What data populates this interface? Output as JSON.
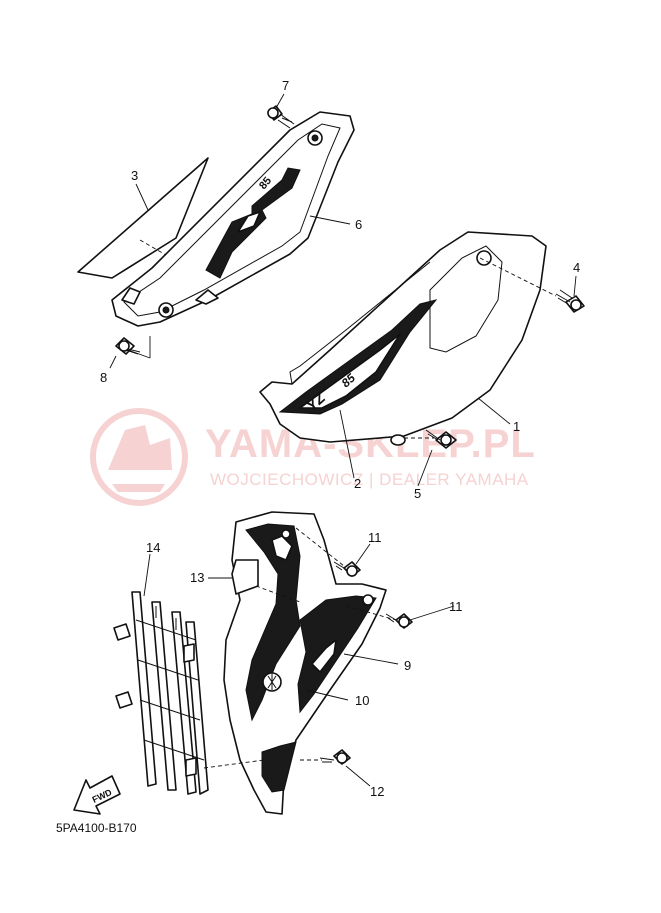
{
  "watermark": {
    "title": "YAMA-SKLEP.PL",
    "subtitle": "WOJCIECHOWICZ | DEALER YAMAHA",
    "color": "#f6d2d2"
  },
  "diagram_code": "5PA4100-B170",
  "fwd_label": "FWD",
  "decal_text": {
    "model": "YZ",
    "number": "85"
  },
  "callouts": [
    {
      "id": "1",
      "text": "1"
    },
    {
      "id": "2",
      "text": "2"
    },
    {
      "id": "3",
      "text": "3"
    },
    {
      "id": "4",
      "text": "4"
    },
    {
      "id": "5",
      "text": "5"
    },
    {
      "id": "6",
      "text": "6"
    },
    {
      "id": "7",
      "text": "7"
    },
    {
      "id": "8",
      "text": "8"
    },
    {
      "id": "9",
      "text": "9"
    },
    {
      "id": "10",
      "text": "10"
    },
    {
      "id": "11a",
      "text": "11"
    },
    {
      "id": "11b",
      "text": "11"
    },
    {
      "id": "12",
      "text": "12"
    },
    {
      "id": "13",
      "text": "13"
    },
    {
      "id": "14",
      "text": "14"
    }
  ]
}
